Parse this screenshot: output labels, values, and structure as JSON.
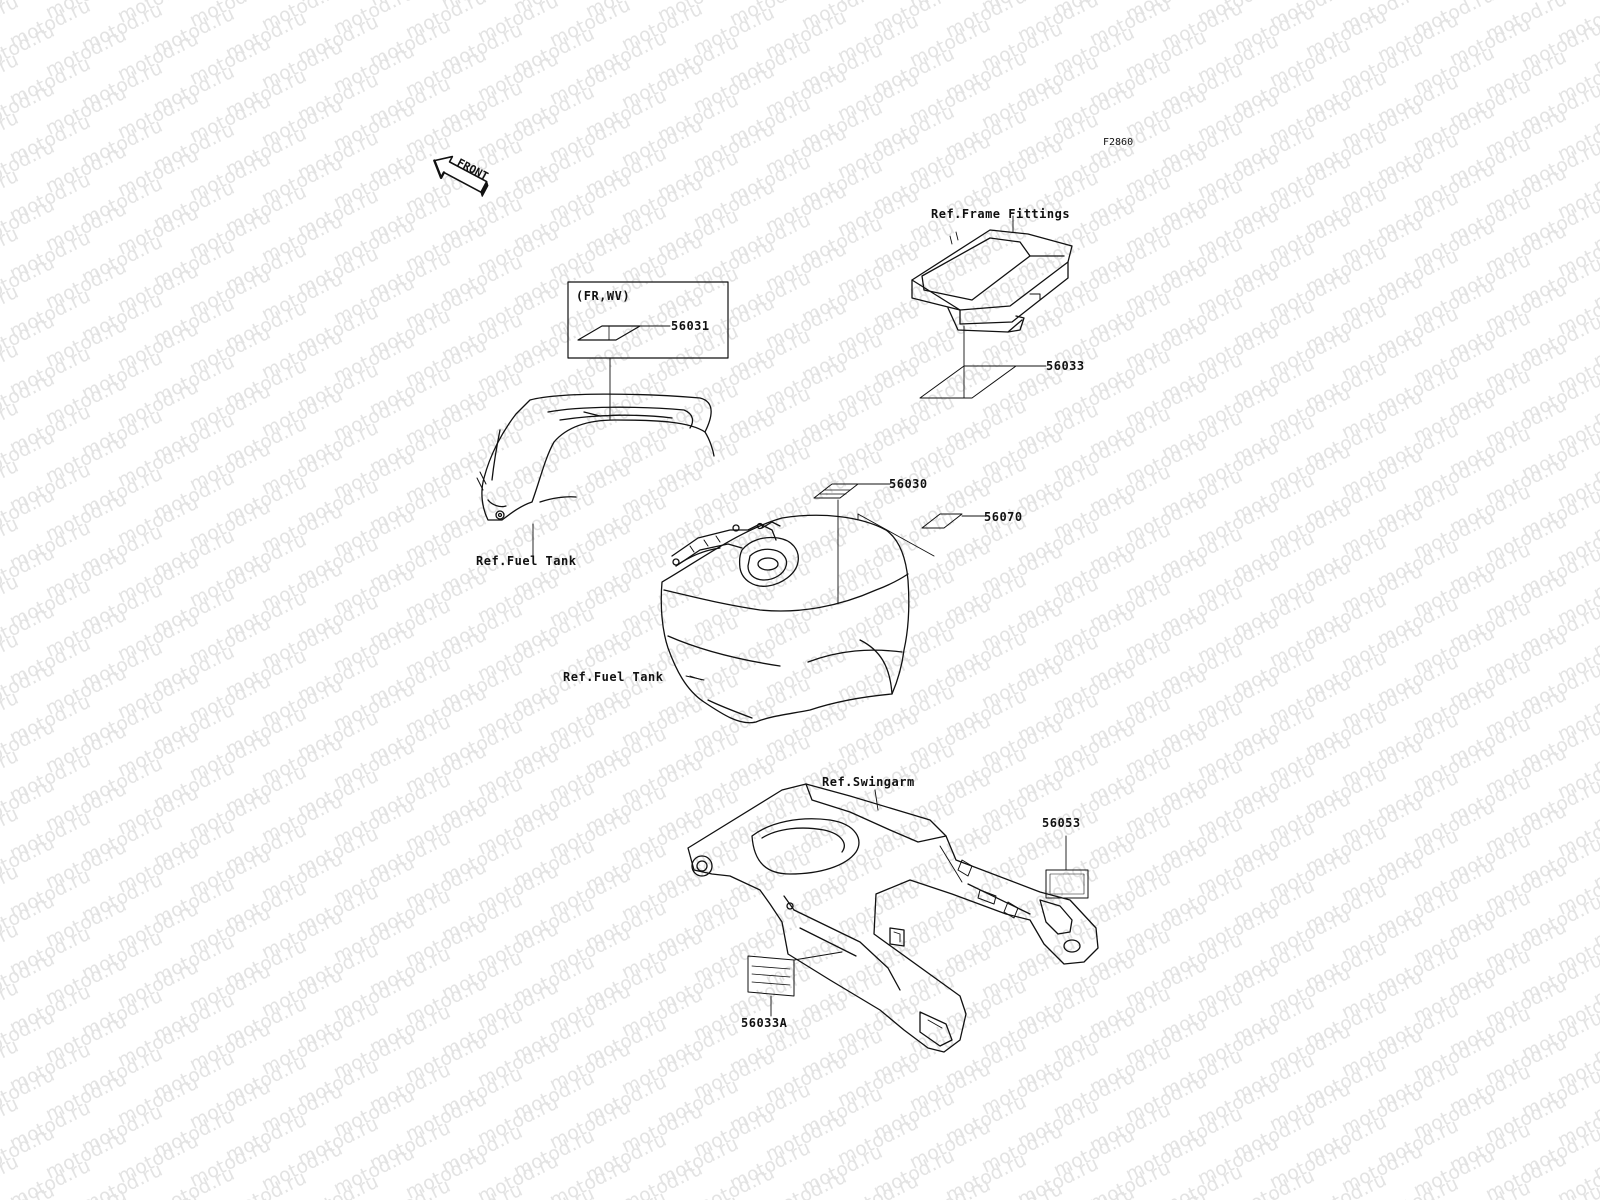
{
  "diagram": {
    "figure_code": "F2860",
    "front_indicator": "FRONT",
    "watermark_text": "motod.ru",
    "variant_box_label": "(FR,WV)",
    "labels": {
      "ref_frame_fittings": "Ref.Frame Fittings",
      "ref_fuel_tank_upper": "Ref.Fuel Tank",
      "ref_fuel_tank_main": "Ref.Fuel Tank",
      "ref_swingarm": "Ref.Swingarm"
    },
    "part_numbers": {
      "p56031": "56031",
      "p56033": "56033",
      "p56030": "56030",
      "p56070": "56070",
      "p56053": "56053",
      "p56033A": "56033A"
    }
  }
}
